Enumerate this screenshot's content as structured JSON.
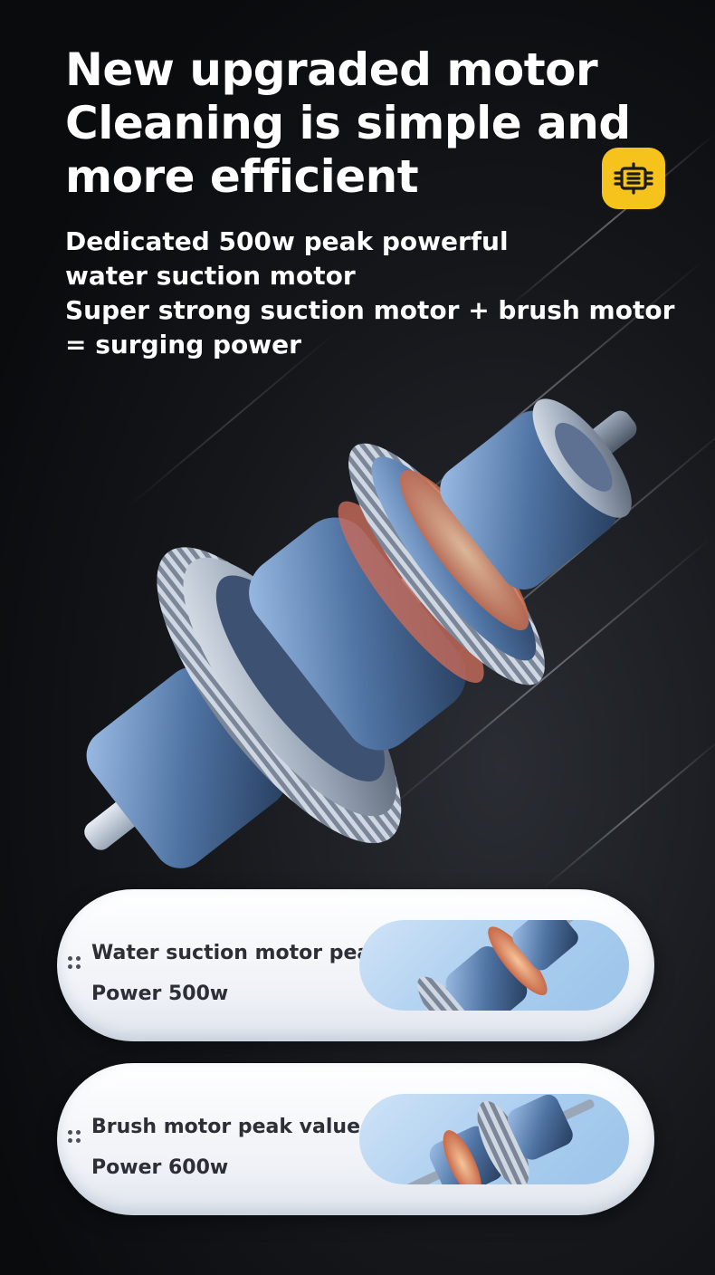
{
  "headline": {
    "lines": [
      "New upgraded motor",
      "Cleaning is simple and",
      "more efficient"
    ]
  },
  "description": {
    "lines": [
      "Dedicated 500w peak powerful",
      "water suction motor",
      "Super strong suction motor + brush motor",
      "= surging power"
    ]
  },
  "badge": {
    "icon": "chip-icon",
    "color": "#f6c31c"
  },
  "cards": [
    {
      "label": "Water suction motor peak",
      "value": "Power 500w"
    },
    {
      "label": "Brush motor peak value",
      "value": "Power 600w"
    }
  ]
}
